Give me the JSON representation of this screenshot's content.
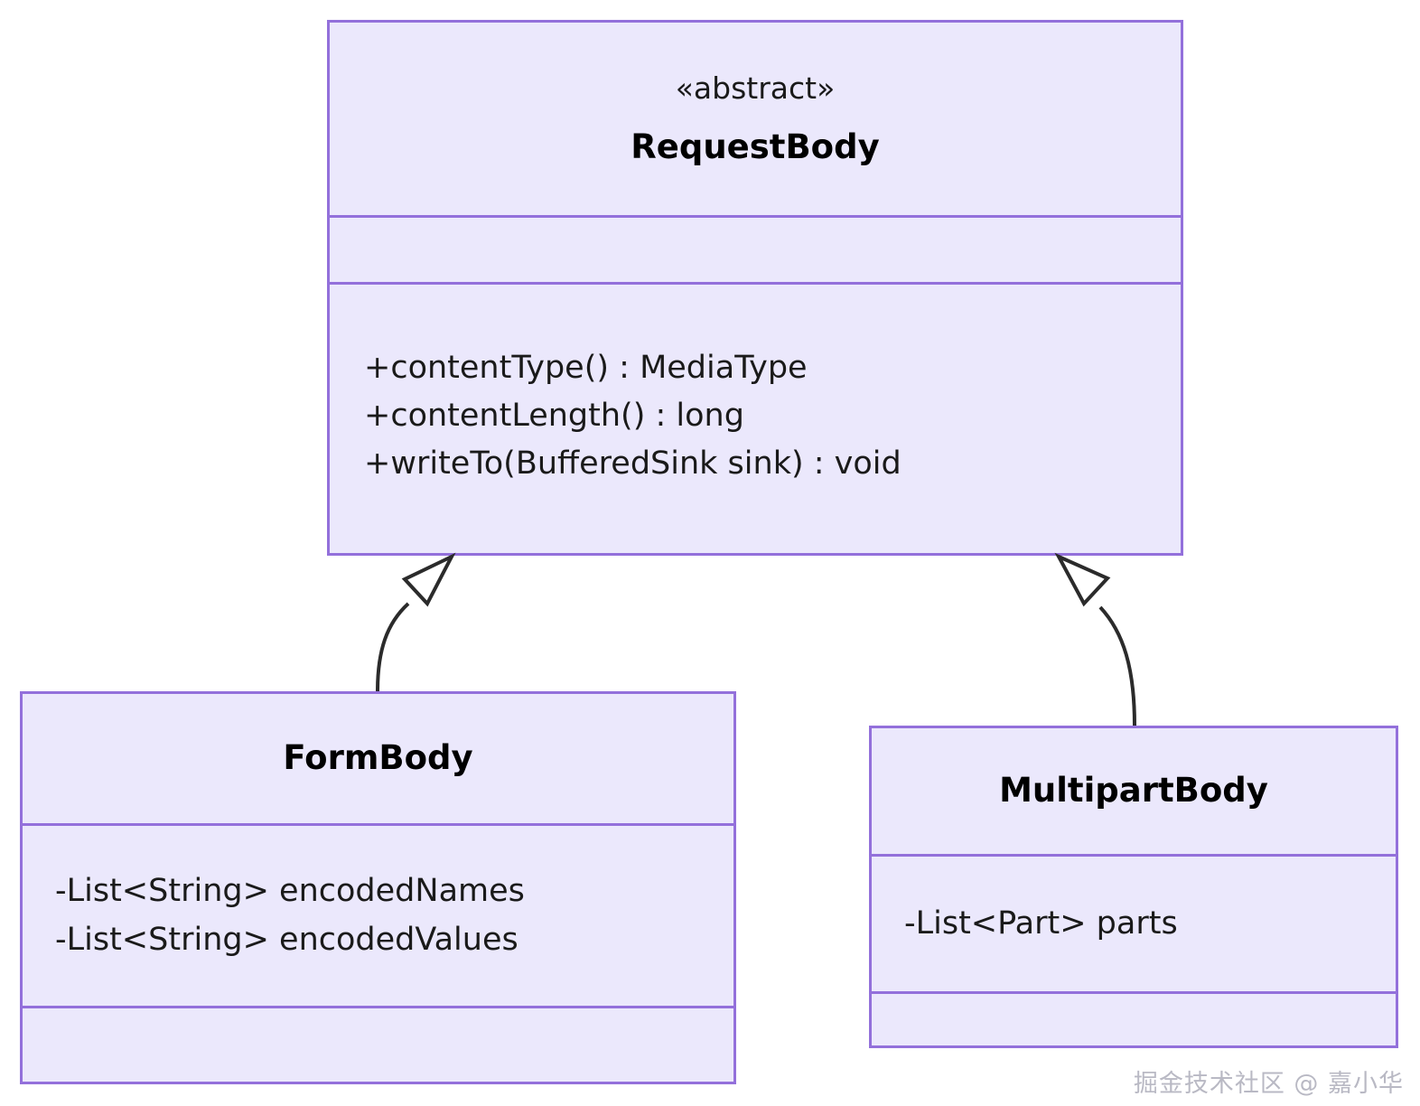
{
  "diagram": {
    "type": "uml-class-diagram",
    "background_color": "#ffffff",
    "box_fill_color": "#ebe8fc",
    "box_border_color": "#9370db",
    "text_color": "#1a1a1a",
    "connector_color": "#2b2b2b"
  },
  "classes": {
    "request_body": {
      "stereotype": "«abstract»",
      "name": "RequestBody",
      "attributes": [],
      "methods": [
        "+contentType() : MediaType",
        "+contentLength() : long",
        "+writeTo(BufferedSink sink) : void"
      ]
    },
    "form_body": {
      "name": "FormBody",
      "attributes": [
        "-List<String> encodedNames",
        "-List<String> encodedValues"
      ],
      "methods": []
    },
    "multipart_body": {
      "name": "MultipartBody",
      "attributes": [
        "-List<Part> parts"
      ],
      "methods": []
    }
  },
  "relationships": [
    {
      "kind": "generalization",
      "from": "FormBody",
      "to": "RequestBody"
    },
    {
      "kind": "generalization",
      "from": "MultipartBody",
      "to": "RequestBody"
    }
  ],
  "watermark": {
    "text": "掘金技术社区 @ 嘉小华"
  }
}
